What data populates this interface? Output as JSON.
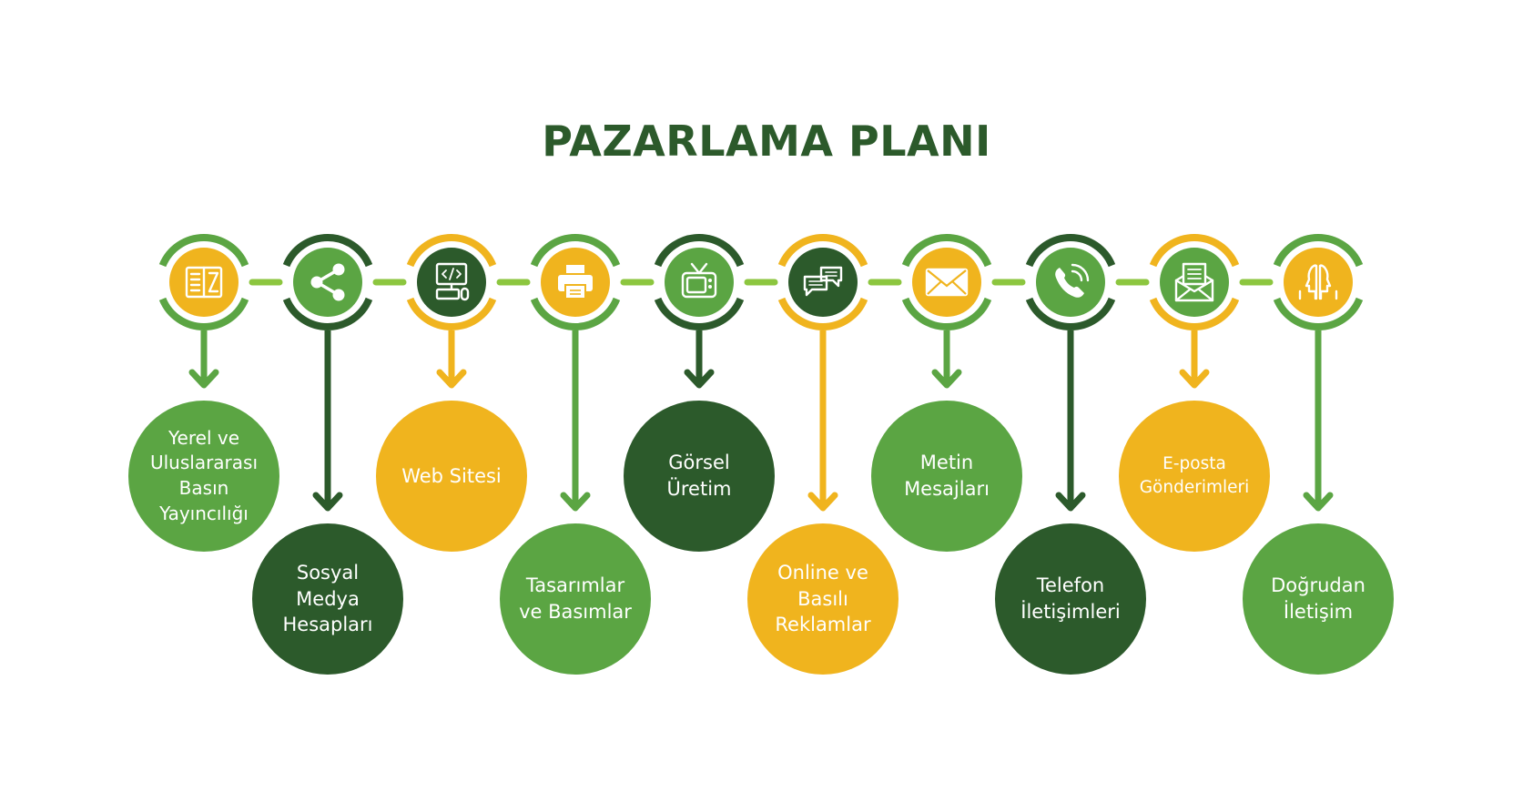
{
  "title": "PAZARLAMA PLANI",
  "colors": {
    "green": "#5ba543",
    "dark_green": "#2c5a2b",
    "yellow": "#f0b41e",
    "connector": "#8cc63f",
    "title": "#2c5a2b"
  },
  "steps": [
    {
      "label": "Yerel ve\nUluslararası\nBasın\nYayıncılığı",
      "icon": "book-icon",
      "ring": "green",
      "core": "yellow",
      "arrow": "green",
      "bubble": "green",
      "level": "upper",
      "label_size": "small"
    },
    {
      "label": "Sosyal\nMedya\nHesapları",
      "icon": "share-icon",
      "ring": "dark_green",
      "core": "green",
      "arrow": "dark_green",
      "bubble": "dark_green",
      "level": "lower"
    },
    {
      "label": "Web Sitesi",
      "icon": "computer-code-icon",
      "ring": "yellow",
      "core": "dark_green",
      "arrow": "yellow",
      "bubble": "yellow",
      "level": "upper"
    },
    {
      "label": "Tasarımlar\nve Basımlar",
      "icon": "printer-icon",
      "ring": "green",
      "core": "yellow",
      "arrow": "green",
      "bubble": "green",
      "level": "lower"
    },
    {
      "label": "Görsel\nÜretim",
      "icon": "tv-icon",
      "ring": "dark_green",
      "core": "green",
      "arrow": "dark_green",
      "bubble": "dark_green",
      "level": "upper"
    },
    {
      "label": "Online ve\nBasılı\nReklamlar",
      "icon": "chat-bubbles-icon",
      "ring": "yellow",
      "core": "dark_green",
      "arrow": "yellow",
      "bubble": "yellow",
      "level": "lower"
    },
    {
      "label": "Metin\nMesajları",
      "icon": "envelope-icon",
      "ring": "green",
      "core": "yellow",
      "arrow": "green",
      "bubble": "green",
      "level": "upper"
    },
    {
      "label": "Telefon\nİletişimleri",
      "icon": "phone-icon",
      "ring": "dark_green",
      "core": "green",
      "arrow": "dark_green",
      "bubble": "dark_green",
      "level": "lower"
    },
    {
      "label": "E-posta\nGönderimleri",
      "icon": "email-letter-icon",
      "ring": "yellow",
      "core": "green",
      "arrow": "yellow",
      "bubble": "yellow",
      "level": "upper",
      "label_size": "small"
    },
    {
      "label": "Doğrudan\nİletişim",
      "icon": "two-heads-icon",
      "ring": "green",
      "core": "yellow",
      "arrow": "green",
      "bubble": "green",
      "level": "lower"
    }
  ]
}
